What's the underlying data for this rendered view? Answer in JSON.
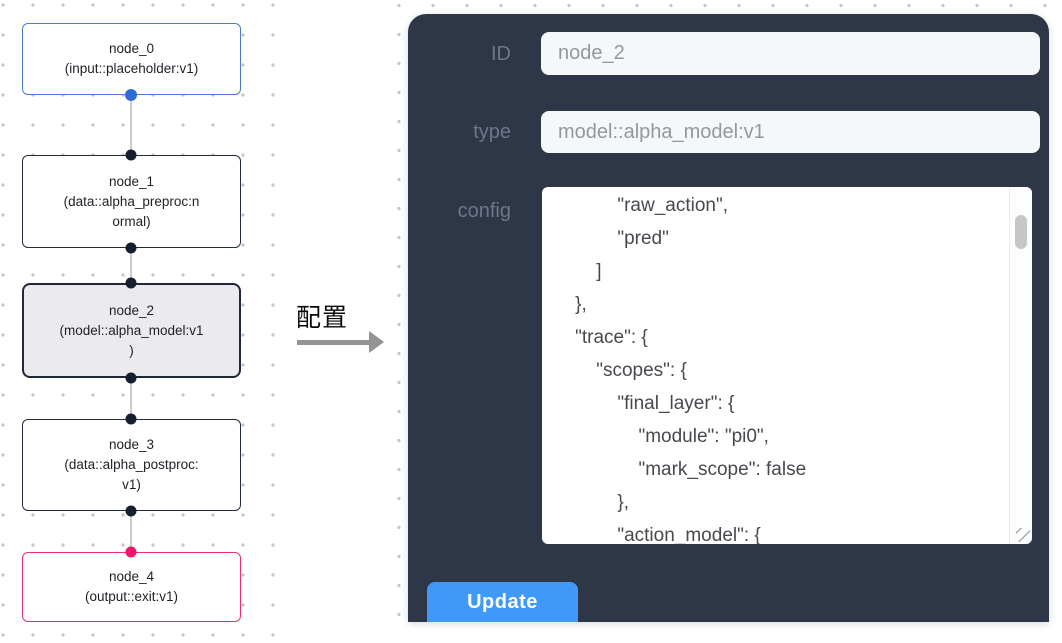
{
  "annotation": {
    "label": "配置"
  },
  "canvas": {
    "nodes": [
      {
        "title": "node_0",
        "subtitle": "(input::placeholder:v1)"
      },
      {
        "title": "node_1",
        "subtitle": "(data::alpha_preproc:n\normal)"
      },
      {
        "title": "node_2",
        "subtitle": "(model::alpha_model:v1\n)"
      },
      {
        "title": "node_3",
        "subtitle": "(data::alpha_postproc:\nv1)"
      },
      {
        "title": "node_4",
        "subtitle": "(output::exit:v1)"
      }
    ]
  },
  "panel": {
    "id_field": {
      "label": "ID",
      "value": "node_2"
    },
    "type_field": {
      "label": "type",
      "value": "model::alpha_model:v1"
    },
    "config_field": {
      "label": "config",
      "value": "            \"raw_action\",\n            \"pred\"\n        ]\n    },\n    \"trace\": {\n        \"scopes\": {\n            \"final_layer\": {\n                \"module\": \"pi0\",\n                \"mark_scope\": false\n            },\n            \"action_model\": {"
    },
    "update_label": "Update"
  },
  "colors": {
    "panel_bg": "#2d3748",
    "accent_blue": "#3f99f7",
    "input_node_border": "#4a79d9",
    "output_node_border": "#ee2d76",
    "selected_node_bg": "#ebebed",
    "handle_dark": "#161e30",
    "handle_blue": "#2e6bd9",
    "handle_pink": "#f0146e",
    "edge_gray": "#c9cbd0"
  }
}
